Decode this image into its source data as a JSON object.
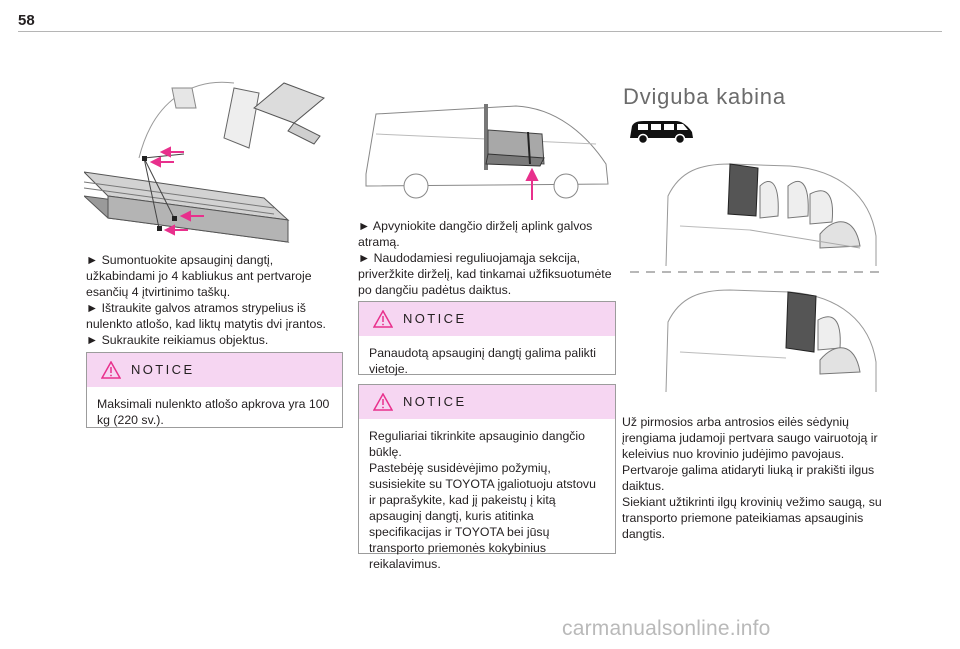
{
  "page": {
    "number": "58"
  },
  "col1": {
    "instructions": "► Sumontuokite apsauginį dangtį, užkabindami jo 4 kabliukus ant pertvaroje esančių 4 įtvirtinimo taškų.\n► Ištraukite galvos atramos strypelius iš nulenkto atlošo, kad liktų matytis dvi įrantos.\n► Sukraukite reikiamus objektus.",
    "notice": {
      "title": "NOTICE",
      "text": "Maksimali nulenkto atlošo apkrova yra 100 kg (220 sv.)."
    }
  },
  "col2": {
    "instructions": "► Apvyniokite dangčio dirželį aplink galvos atramą.\n► Naudodamiesi reguliuojamąja sekcija, priveržkite dirželį, kad tinkamai užfiksuotumėte po dangčiu padėtus daiktus.",
    "notice1": {
      "title": "NOTICE",
      "text": "Panaudotą apsauginį dangtį galima palikti vietoje."
    },
    "notice2": {
      "title": "NOTICE",
      "text": "Reguliariai tikrinkite apsauginio dangčio būklę.\nPastebėję susidėvėjimo požymių, susisiekite su TOYOTA įgaliotuoju atstovu ir paprašykite, kad jį pakeistų į kitą apsauginį dangtį, kuris atitinka specifikacijas ir TOYOTA bei jūsų transporto priemonės kokybinius reikalavimus."
    }
  },
  "col3": {
    "title": "Dviguba kabina",
    "text": "Už pirmosios arba antrosios eilės sėdynių įrengiama judamoji pertvara saugo vairuotoją ir keleivius nuo krovinio judėjimo pavojaus.\nPertvaroje galima atidaryti liuką ir prakišti ilgus daiktus.\nSiekiant užtikrinti ilgų krovinių vežimo saugą, su transporto priemone pateikiamas apsauginis dangtis."
  },
  "watermark": "carmanualsonline.info",
  "colors": {
    "notice_header": "#f6d6f2",
    "accent_magenta": "#e8308c",
    "rule": "#b5b5b5"
  },
  "icons": [
    "warning-triangle-icon",
    "van-silhouette-icon"
  ]
}
